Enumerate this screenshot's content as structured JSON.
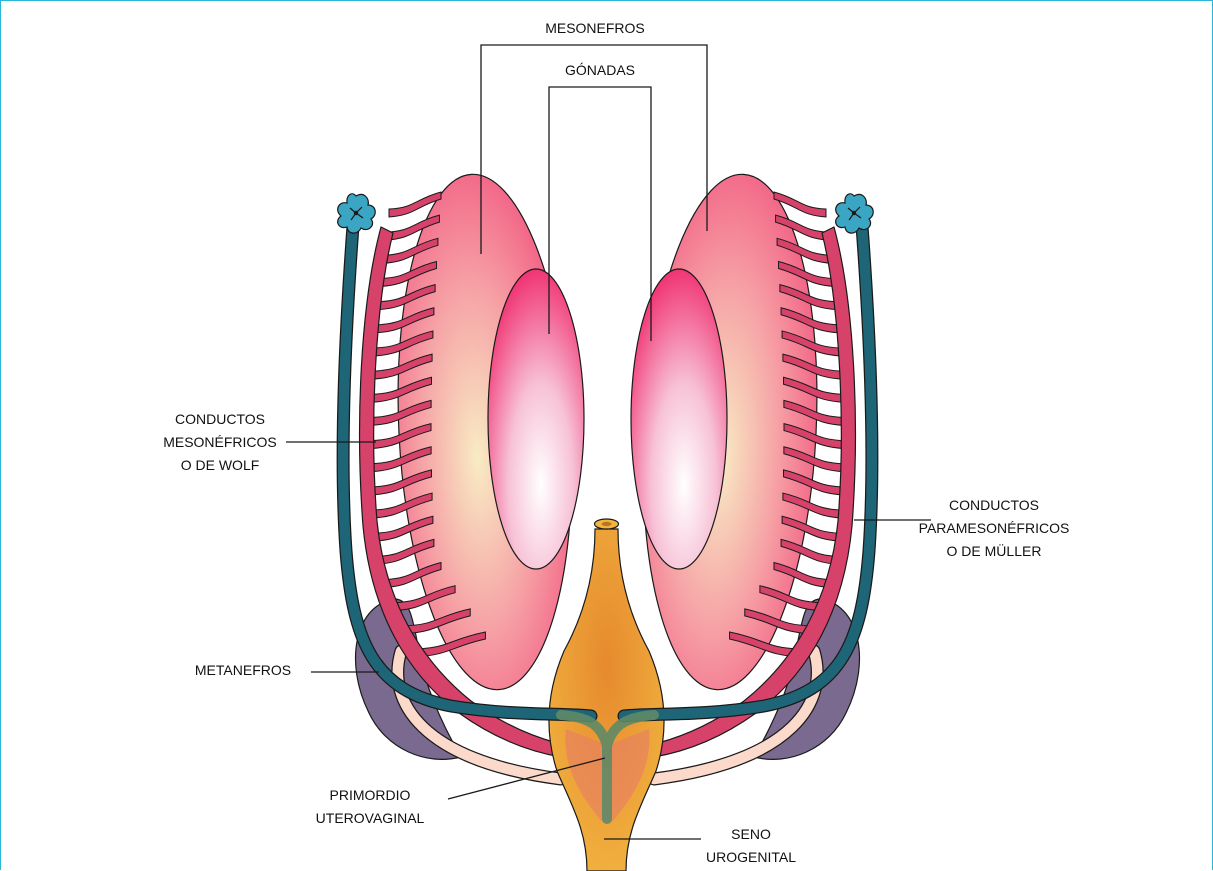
{
  "labels": {
    "mesonefros": "MESONEFROS",
    "gonadas": "GÓNADAS",
    "wolf_1": "CONDUCTOS",
    "wolf_2": "MESONÉFRICOS",
    "wolf_3": "O DE WOLF",
    "muller_1": "CONDUCTOS",
    "muller_2": "PARAMESONÉFRICOS",
    "muller_3": "O DE MÜLLER",
    "metanefros": "METANEFROS",
    "primordio_1": "PRIMORDIO",
    "primordio_2": "UTEROVAGINAL",
    "seno_1": "SENO",
    "seno_2": "UROGENITAL"
  },
  "colors": {
    "frame_border": "#29b6d9",
    "mesonephros": "#f06a8c",
    "gonad": "#f7b8cf",
    "wolffian_duct": "#d6426a",
    "mullerian_duct": "#1e6677",
    "fimbria": "#3aa6c4",
    "metanephros": "#7b6a8f",
    "ureter": "#f9d3c4",
    "urogenital_sinus": "#e9a632",
    "uterovaginal_primordium": "#5f8a66"
  }
}
